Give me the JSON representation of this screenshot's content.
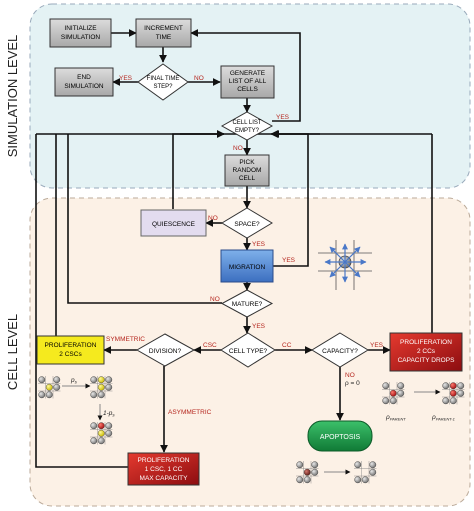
{
  "levels": {
    "simulation": "SIMULATION LEVEL",
    "cell": "CELL LEVEL"
  },
  "nodes": {
    "initialize": [
      "INITIALIZE",
      "SIMULATION"
    ],
    "increment": [
      "INCREMENT",
      "TIME"
    ],
    "final_time": [
      "FINAL TIME",
      "STEP?"
    ],
    "end_sim": [
      "END",
      "SIMULATION"
    ],
    "generate": [
      "GENERATE",
      "LIST OF ALL",
      "CELLS"
    ],
    "cell_list": [
      "CELL LIST",
      "EMPTY?"
    ],
    "pick": [
      "PICK",
      "RANDOM",
      "CELL"
    ],
    "space": [
      "SPACE?"
    ],
    "quiescence": [
      "QUIESCENCE"
    ],
    "migration": [
      "MIGRATION"
    ],
    "mature": [
      "MATURE?"
    ],
    "cell_type": [
      "CELL TYPE?"
    ],
    "division": [
      "DIVISION?"
    ],
    "capacity": [
      "CAPACITY?"
    ],
    "prolif_csc": [
      "PROLIFERATION",
      "2 CSCs"
    ],
    "prolif_cc": [
      "PROLIFERATION",
      "2 CCs",
      "CAPACITY DROPS"
    ],
    "prolif_asym": [
      "PROLIFERATION",
      "1 CSC, 1 CC",
      "MAX CAPACITY"
    ],
    "apoptosis": [
      "APOPTOSIS"
    ]
  },
  "edge_labels": {
    "yes": "YES",
    "no": "NO",
    "symmetric": "SYMMETRIC",
    "asymmetric": "ASYMMETRIC",
    "csc": "CSC",
    "cc": "CC",
    "rho_zero": "ρ = 0"
  },
  "math": {
    "ps": "p",
    "ps_sub": "s",
    "one_minus_ps": "1-p",
    "one_minus_ps_sub": "s",
    "rho_parent": "ρ",
    "rho_parent_sub": "PARENT",
    "rho_parent_minus": "ρ",
    "rho_parent_minus_sub": "PARENT-1"
  },
  "colors": {
    "sim_bg": "#e4f2f4",
    "cell_bg": "#fcf1e6",
    "gray_box": "#bdbdbd",
    "quiescence": "#e3dcef",
    "migration": "#5a8fd6",
    "csc_yellow": "#f5ea1e",
    "cc_red": "#c0161c",
    "apoptosis": "#1a9a4a",
    "label_red": "#b5261e",
    "arrow_blue": "#4a78c8"
  }
}
